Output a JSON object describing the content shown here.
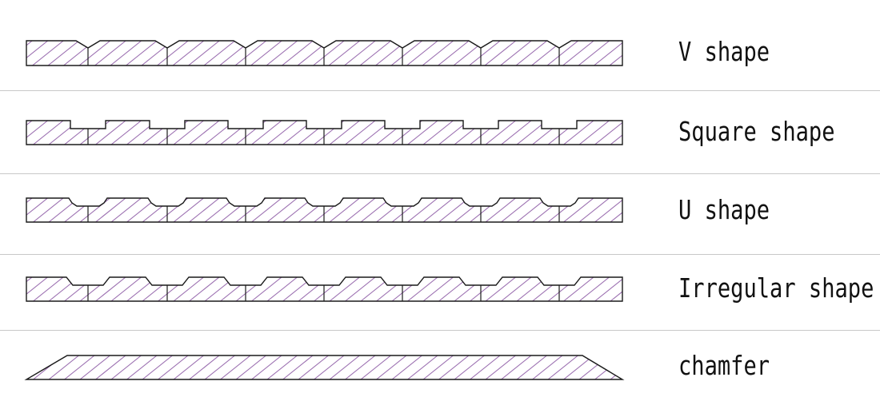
{
  "profiles": [
    {
      "name": "V shape",
      "groove": "v"
    },
    {
      "name": "Square shape",
      "groove": "square"
    },
    {
      "name": "U shape",
      "groove": "u"
    },
    {
      "name": "Irregular shape",
      "groove": "irregular"
    },
    {
      "name": "chamfer",
      "groove": "chamfer"
    }
  ],
  "colors": {
    "hatch": "#9b6fb0",
    "outline": "#1a1a1a",
    "divider": "#c8c8c8"
  }
}
